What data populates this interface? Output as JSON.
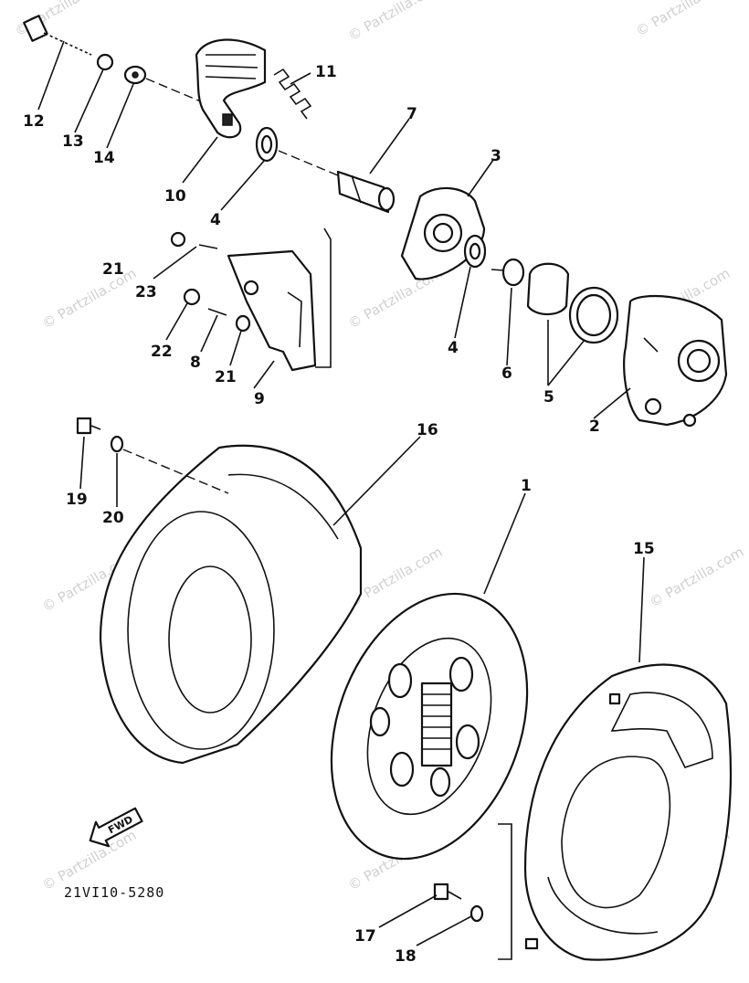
{
  "callouts": {
    "c1": "1",
    "c2": "2",
    "c3": "3",
    "c4a": "4",
    "c4b": "4",
    "c5": "5",
    "c6": "6",
    "c7": "7",
    "c8": "8",
    "c9": "9",
    "c10": "10",
    "c11": "11",
    "c12": "12",
    "c13": "13",
    "c14": "14",
    "c15": "15",
    "c16": "16",
    "c17": "17",
    "c18": "18",
    "c19": "19",
    "c20": "20",
    "c21a": "21",
    "c21b": "21",
    "c22": "22",
    "c23": "23"
  },
  "diagram_code": "21VI10-5280",
  "fwd_label": "FWD",
  "watermark": "© Partzilla.com"
}
